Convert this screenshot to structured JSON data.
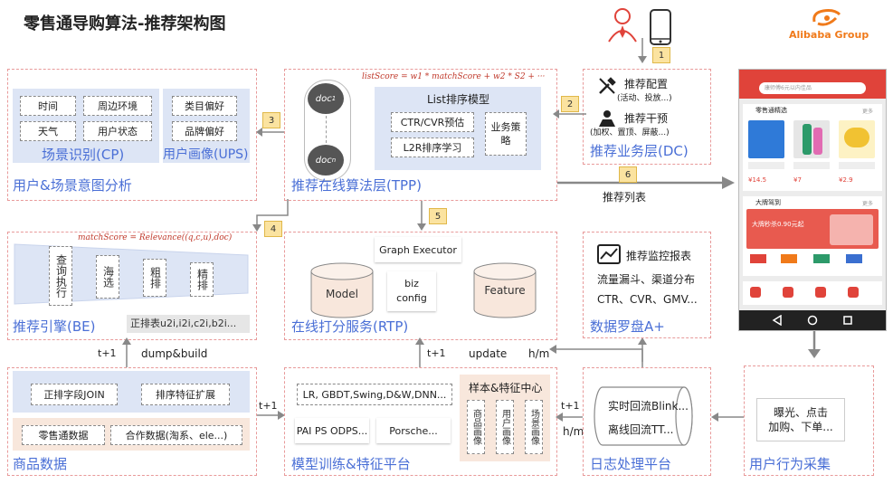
{
  "title": "零售通导购算法-推荐架构图",
  "logo_text": "Alibaba Group",
  "steps": [
    "1",
    "2",
    "3",
    "4",
    "5",
    "6"
  ],
  "context": {
    "items": [
      "时间",
      "周边环境",
      "天气",
      "用户状态"
    ],
    "scene_label": "场景识别(CP)",
    "ups_items": [
      "类目偏好",
      "品牌偏好"
    ],
    "ups_label": "用户画像(UPS)",
    "region_title": "用户&场景意图分析"
  },
  "tpp": {
    "formula": "listScore = w1 * matchScore + w2 * S2 + ···",
    "doc1": "doc",
    "doc1_sub": "1",
    "docn": "doc",
    "docn_sub": "n",
    "model_title": "List排序模型",
    "ctr": "CTR/CVR预估",
    "l2r": "L2R排序学习",
    "biz": "业务策略",
    "region_title": "推荐在线算法层(TPP)"
  },
  "dc": {
    "config_title": "推荐配置",
    "config_sub": "(活动、投放...)",
    "intervene_title": "推荐干预",
    "intervene_sub": "(加权、置顶、屏蔽...)",
    "region_title": "推荐业务层(DC)"
  },
  "be": {
    "formula": "matchScore = Relevance((q,c,u),doc)",
    "stages": [
      "查询执行",
      "海选",
      "粗排",
      "精排"
    ],
    "index": "正排表u2i,i2i,c2i,b2i...",
    "region_title": "推荐引擎(BE)"
  },
  "rtp": {
    "graph_executor": "Graph Executor",
    "model": "Model",
    "biz_config": "biz config",
    "feature": "Feature",
    "region_title": "在线打分服务(RTP)"
  },
  "monitor": {
    "title": "推荐监控报表",
    "line1": "流量漏斗、渠道分布",
    "line2": "CTR、CVR、GMV...",
    "region_title": "数据罗盘A+"
  },
  "goods": {
    "join": "正排字段JOIN",
    "ext": "排序特征扩展",
    "data1": "零售通数据",
    "data2": "合作数据(淘系、ele...)",
    "region_title": "商品数据"
  },
  "training": {
    "algos": "LR, GBDT,Swing,D&W,DNN...",
    "pai": "PAI PS ODPS...",
    "porsche": "Porsche...",
    "center": "样本&特征中心",
    "portraits": [
      "商品画像",
      "用户画像",
      "场景画像"
    ],
    "region_title": "模型训练&特征平台"
  },
  "logs": {
    "realtime": "实时回流Blink...",
    "offline": "离线回流TT...",
    "region_title": "日志处理平台"
  },
  "behavior": {
    "text": "曝光、点击\n加购、下单...",
    "region_title": "用户行为采集"
  },
  "arrow_labels": {
    "rec_list": "推荐列表",
    "t1_a": "t+1",
    "dump": "dump&build",
    "t1_b": "t+1",
    "t1_c": "t+1",
    "update": "update",
    "hm_a": "h/m",
    "t1_d": "t+1",
    "hm_b": "h/m"
  },
  "phone": {
    "search_placeholder": "康师傅6元以内佳品",
    "section1": "零售通精选",
    "prices": [
      "¥14.5",
      "¥7",
      "¥2.9"
    ],
    "section2": "大牌驾到",
    "promo": "大牌秒杀0.90元起",
    "more": "更多"
  }
}
